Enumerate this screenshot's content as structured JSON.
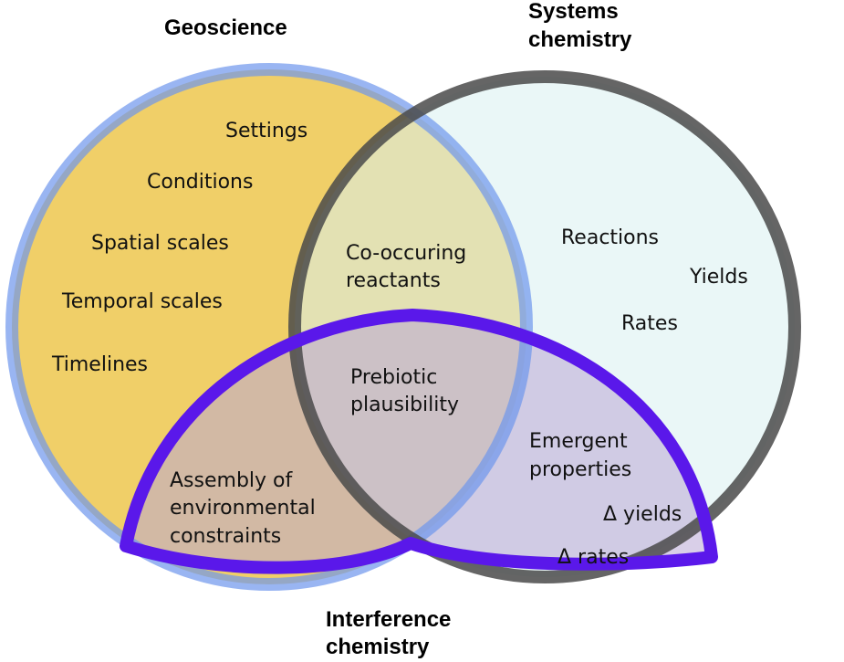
{
  "titles": {
    "geoscience": "Geoscience",
    "systems_chemistry": [
      "Systems",
      "chemistry"
    ],
    "interference_chemistry": [
      "Interference",
      "chemistry"
    ]
  },
  "geoscience_items": [
    "Settings",
    "Conditions",
    "Spatial scales",
    "Temporal scales",
    "Timelines"
  ],
  "systems_items": [
    "Reactions",
    "Yields",
    "Rates"
  ],
  "geo_systems_overlap": [
    "Co-occuring",
    "reactants"
  ],
  "center_overlap": [
    "Prebiotic",
    "plausibility"
  ],
  "geo_interference_overlap": [
    "Assembly of",
    "environmental",
    "constraints"
  ],
  "systems_interference_overlap": {
    "heading": [
      "Emergent",
      "properties"
    ],
    "items": [
      "Δ yields",
      "Δ rates"
    ]
  },
  "colors": {
    "geoscience_fill": "#f0cf68",
    "geoscience_border": "#6d95ec",
    "systems_fill": "#d8f0f0",
    "systems_border": "#4a4a4a",
    "interference_fill": "#b9a8d6",
    "interference_border": "#5a18ea"
  }
}
